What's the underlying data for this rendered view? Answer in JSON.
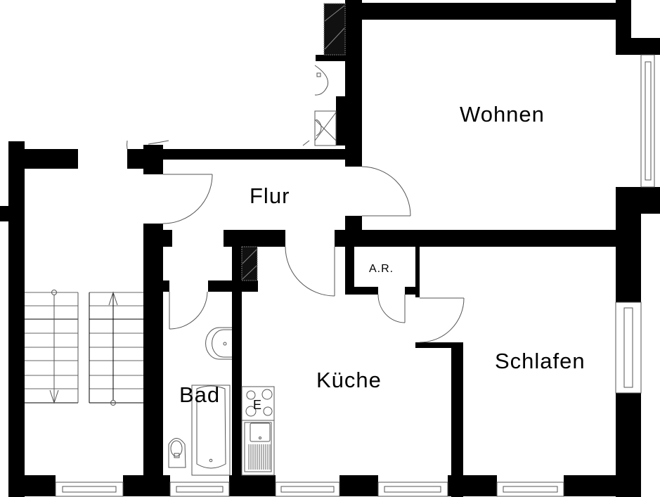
{
  "plan": {
    "rooms": {
      "wohnen": "Wohnen",
      "flur": "Flur",
      "kueche": "Küche",
      "schlafen": "Schlafen",
      "bad": "Bad",
      "abstellraum": "A.R."
    },
    "fixtures": {
      "stove_label": "E"
    }
  }
}
